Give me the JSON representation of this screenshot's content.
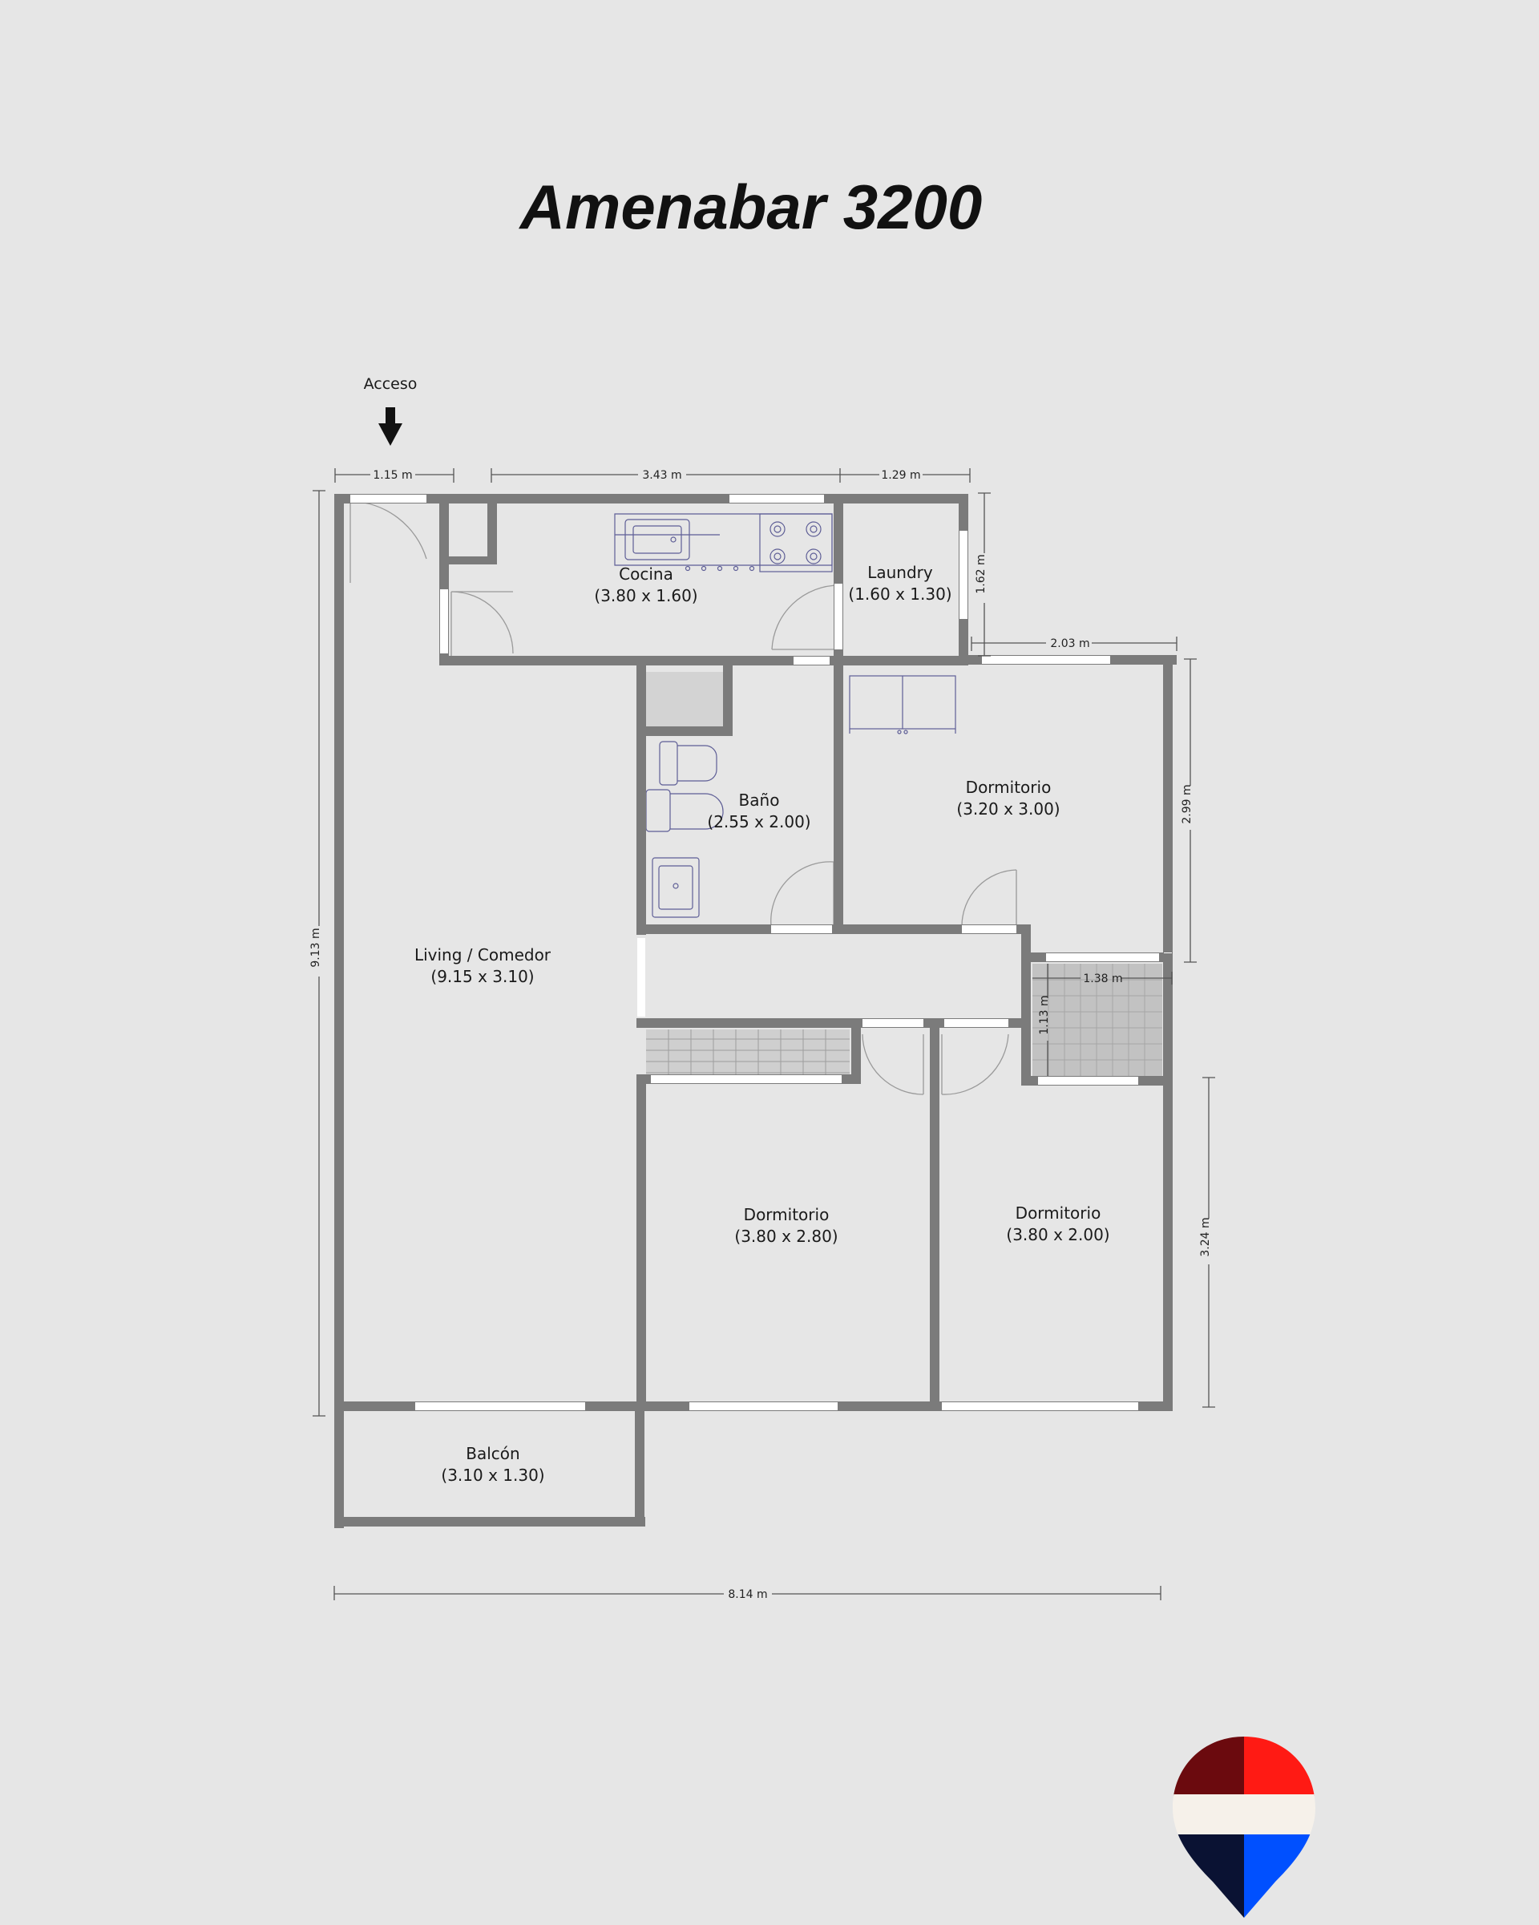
{
  "title": "Amenabar 3200",
  "access_label": "Acceso",
  "rooms": {
    "cocina": {
      "name": "Cocina",
      "size": "(3.80 x 1.60)"
    },
    "laundry": {
      "name": "Laundry",
      "size": "(1.60 x 1.30)"
    },
    "bano": {
      "name": "Baño",
      "size": "(2.55 x 2.00)"
    },
    "dormitorio_1": {
      "name": "Dormitorio",
      "size": "(3.20 x 3.00)"
    },
    "living": {
      "name": "Living / Comedor",
      "size": "(9.15 x 3.10)"
    },
    "dormitorio_2": {
      "name": "Dormitorio",
      "size": "(3.80 x 2.80)"
    },
    "dormitorio_3": {
      "name": "Dormitorio",
      "size": "(3.80 x 2.00)"
    },
    "balcon": {
      "name": "Balcón",
      "size": "(3.10 x 1.30)"
    }
  },
  "dimensions": {
    "top_access": "1.15 m",
    "top_kitchen": "3.43 m",
    "top_laundry": "1.29 m",
    "laundry_height": "1.62 m",
    "bedroom_top": "2.03 m",
    "bedroom_right": "2.99 m",
    "left_total": "9.13 m",
    "hall_width": "1.38 m",
    "hall_height": "1.13 m",
    "bedroom3_right": "3.24 m",
    "bottom_total": "8.14 m"
  },
  "colors": {
    "background": "#e6e6e6",
    "wall": "#7b7b7b",
    "logo_dark_red": "#6b0a0e",
    "logo_red": "#ff1a14",
    "logo_cream": "#f6f1ea",
    "logo_navy": "#0a1233",
    "logo_blue": "#0050ff"
  },
  "icons": {
    "access_arrow": "arrow-down-icon",
    "brand_logo": "balloon-logo-icon"
  }
}
